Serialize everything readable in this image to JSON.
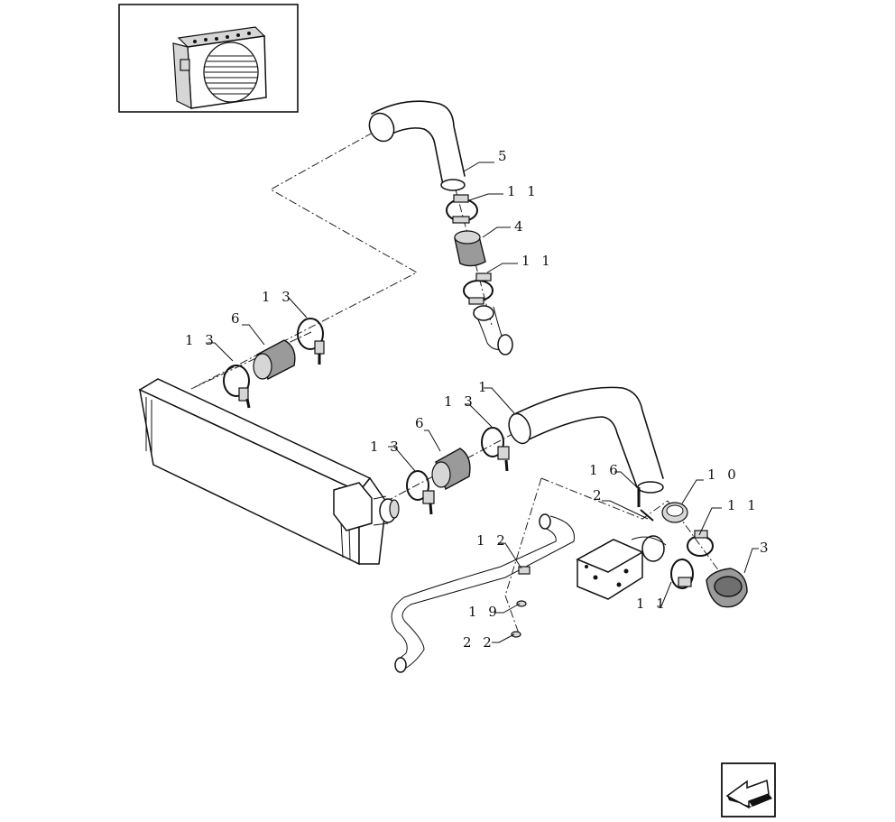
{
  "diagram": {
    "callouts": [
      {
        "id": "c5",
        "label": "5"
      },
      {
        "id": "c11a",
        "label": "1 1"
      },
      {
        "id": "c4",
        "label": "4"
      },
      {
        "id": "c11b",
        "label": "1 1"
      },
      {
        "id": "c13a",
        "label": "1 3"
      },
      {
        "id": "c6a",
        "label": "6"
      },
      {
        "id": "c13b",
        "label": "1 3"
      },
      {
        "id": "c1",
        "label": "1"
      },
      {
        "id": "c13c",
        "label": "1 3"
      },
      {
        "id": "c6b",
        "label": "6"
      },
      {
        "id": "c13d",
        "label": "1 3"
      },
      {
        "id": "c16",
        "label": "1 6"
      },
      {
        "id": "c10",
        "label": "1 0"
      },
      {
        "id": "c2",
        "label": "2"
      },
      {
        "id": "c11c",
        "label": "1 1"
      },
      {
        "id": "c3",
        "label": "3"
      },
      {
        "id": "c12",
        "label": "1 2"
      },
      {
        "id": "c11d",
        "label": "1 1"
      },
      {
        "id": "c19",
        "label": "1 9"
      },
      {
        "id": "c22",
        "label": "2 2"
      }
    ],
    "icons": {
      "thumbnail": "radiator-thumbnail-icon",
      "nav": "previous-page-arrow-icon"
    }
  }
}
